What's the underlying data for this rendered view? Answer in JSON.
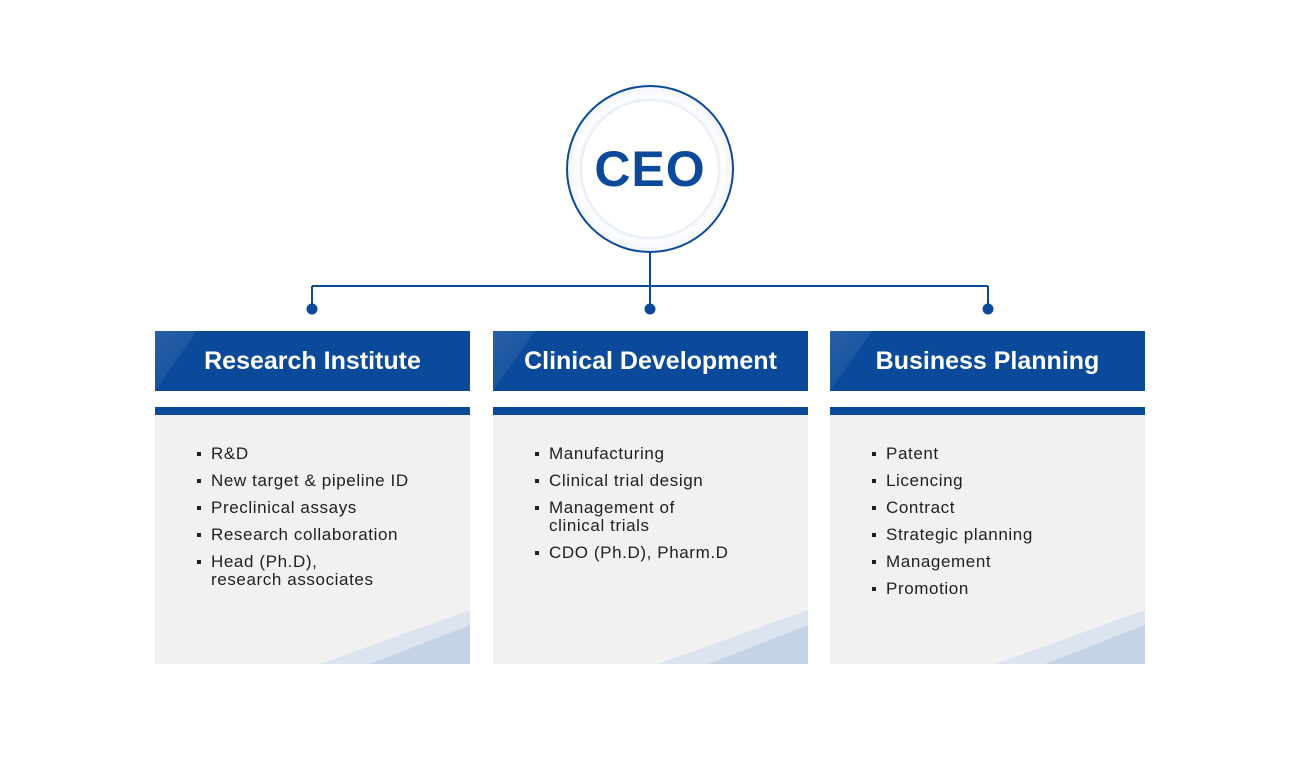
{
  "ceo": {
    "label": "CEO"
  },
  "departments": [
    {
      "title": "Research Institute",
      "items": [
        [
          "R&D"
        ],
        [
          "New target & pipeline ID"
        ],
        [
          "Preclinical assays"
        ],
        [
          "Research collaboration"
        ],
        [
          "Head (Ph.D),",
          "research associates"
        ]
      ]
    },
    {
      "title": "Clinical Development",
      "items": [
        [
          "Manufacturing"
        ],
        [
          "Clinical trial design"
        ],
        [
          "Management of",
          "clinical trials"
        ],
        [
          "CDO (Ph.D), Pharm.D"
        ]
      ]
    },
    {
      "title": "Business Planning",
      "items": [
        [
          "Patent"
        ],
        [
          "Licencing"
        ],
        [
          "Contract"
        ],
        [
          "Strategic planning"
        ],
        [
          "Management"
        ],
        [
          "Promotion"
        ]
      ]
    }
  ],
  "colors": {
    "primary": "#0b4a9a",
    "panel": "#f1f1f1",
    "text": "#1f1f1f",
    "deco": "#c5d3e6"
  }
}
